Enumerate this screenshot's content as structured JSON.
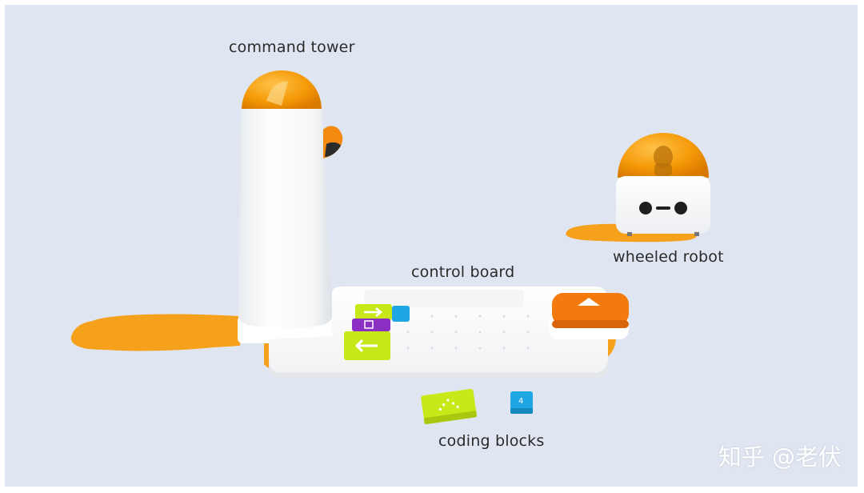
{
  "labels": {
    "command_tower": "command tower",
    "control_board": "control board",
    "wheeled_robot": "wheeled robot",
    "coding_blocks": "coding blocks"
  },
  "watermark": "知乎 @老伏",
  "colors": {
    "background": "#dfe6f1",
    "orange": "#f5a11c",
    "dome_orange": "#f59a08",
    "white": "#ffffff",
    "block_green": "#c9e81a",
    "block_blue": "#1ea7e4",
    "block_purple": "#8a2fc2",
    "play_button": "#f57a0e"
  }
}
